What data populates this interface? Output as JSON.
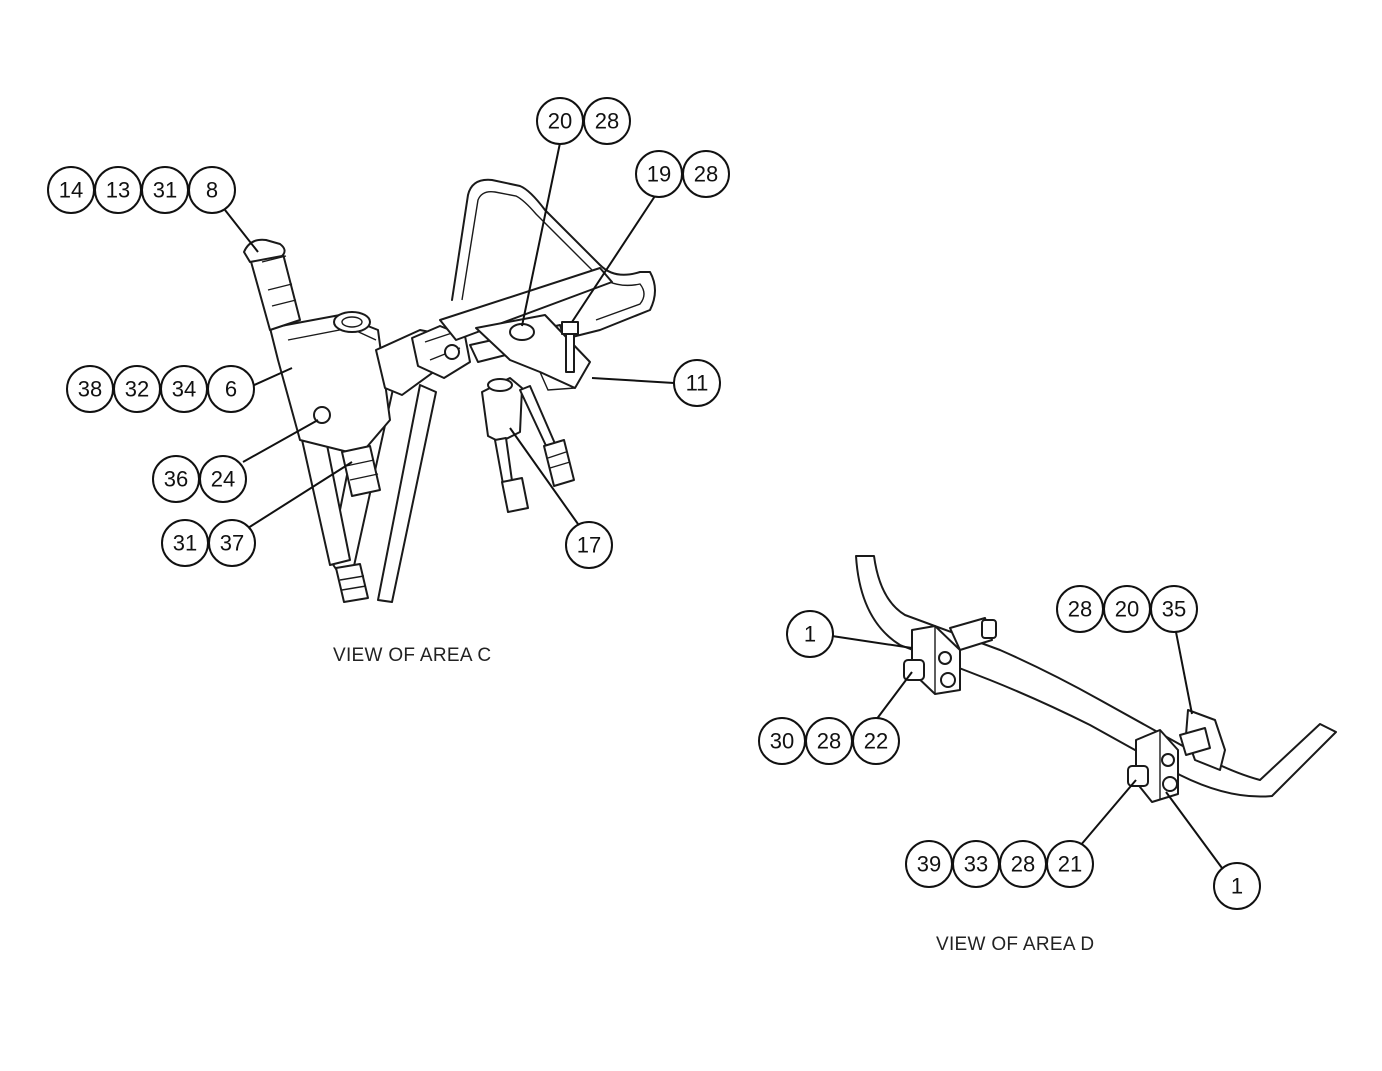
{
  "views": [
    {
      "title": "VIEW OF AREA C",
      "callouts": [
        {
          "id": "c-14-13-31-8",
          "labels": [
            "14",
            "13",
            "31",
            "8"
          ]
        },
        {
          "id": "c-38-32-34-6",
          "labels": [
            "38",
            "32",
            "34",
            "6"
          ]
        },
        {
          "id": "c-36-24",
          "labels": [
            "36",
            "24"
          ]
        },
        {
          "id": "c-31-37",
          "labels": [
            "31",
            "37"
          ]
        },
        {
          "id": "c-20-28",
          "labels": [
            "20",
            "28"
          ]
        },
        {
          "id": "c-19-28",
          "labels": [
            "19",
            "28"
          ]
        },
        {
          "id": "c-11",
          "labels": [
            "11"
          ]
        },
        {
          "id": "c-17",
          "labels": [
            "17"
          ]
        }
      ]
    },
    {
      "title": "VIEW OF AREA D",
      "callouts": [
        {
          "id": "d-1-left",
          "labels": [
            "1"
          ]
        },
        {
          "id": "d-30-28-22",
          "labels": [
            "30",
            "28",
            "22"
          ]
        },
        {
          "id": "d-28-20-35",
          "labels": [
            "28",
            "20",
            "35"
          ]
        },
        {
          "id": "d-39-33-28-21",
          "labels": [
            "39",
            "33",
            "28",
            "21"
          ]
        },
        {
          "id": "d-1-right",
          "labels": [
            "1"
          ]
        }
      ]
    }
  ]
}
